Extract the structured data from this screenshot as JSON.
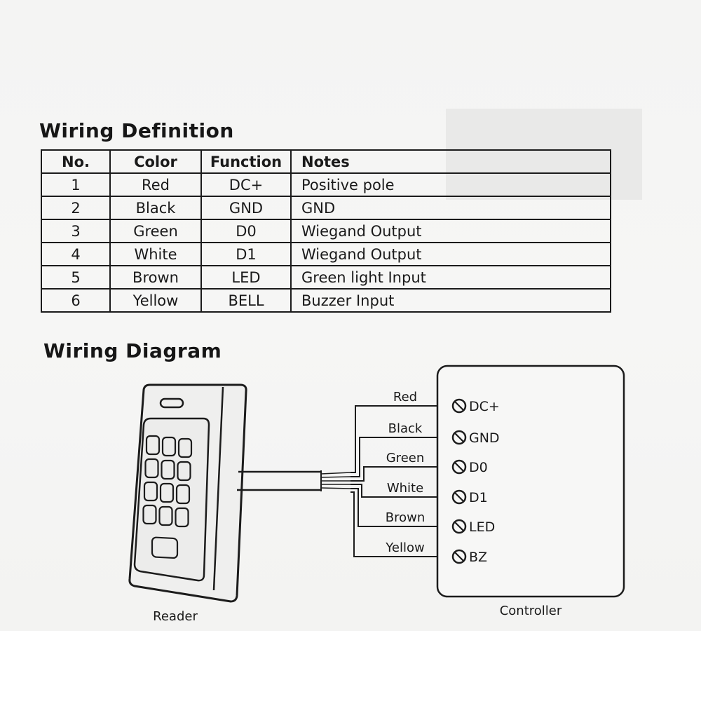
{
  "definition": {
    "title": "Wiring Definition",
    "headers": [
      "No.",
      "Color",
      "Function",
      "Notes"
    ],
    "rows": [
      {
        "no": "1",
        "color": "Red",
        "function": "DC+",
        "notes": "Positive pole"
      },
      {
        "no": "2",
        "color": "Black",
        "function": "GND",
        "notes": "GND"
      },
      {
        "no": "3",
        "color": "Green",
        "function": "D0",
        "notes": "Wiegand Output"
      },
      {
        "no": "4",
        "color": "White",
        "function": "D1",
        "notes": "Wiegand Output"
      },
      {
        "no": "5",
        "color": "Brown",
        "function": "LED",
        "notes": "Green light Input"
      },
      {
        "no": "6",
        "color": "Yellow",
        "function": "BELL",
        "notes": "Buzzer Input"
      }
    ]
  },
  "diagram": {
    "title": "Wiring Diagram",
    "reader_caption": "Reader",
    "controller_caption": "Controller",
    "wires": [
      {
        "label": "Red",
        "terminal": "DC+"
      },
      {
        "label": "Black",
        "terminal": "GND"
      },
      {
        "label": "Green",
        "terminal": "D0"
      },
      {
        "label": "White",
        "terminal": "D1"
      },
      {
        "label": "Brown",
        "terminal": "LED"
      },
      {
        "label": "Yellow",
        "terminal": "BZ"
      }
    ],
    "terminal_icon": "screw-terminal-icon",
    "keypad_rows": 4,
    "keypad_cols": 3
  },
  "colors": {
    "ink": "#1a1a1a",
    "paper": "#f4f4f3"
  }
}
